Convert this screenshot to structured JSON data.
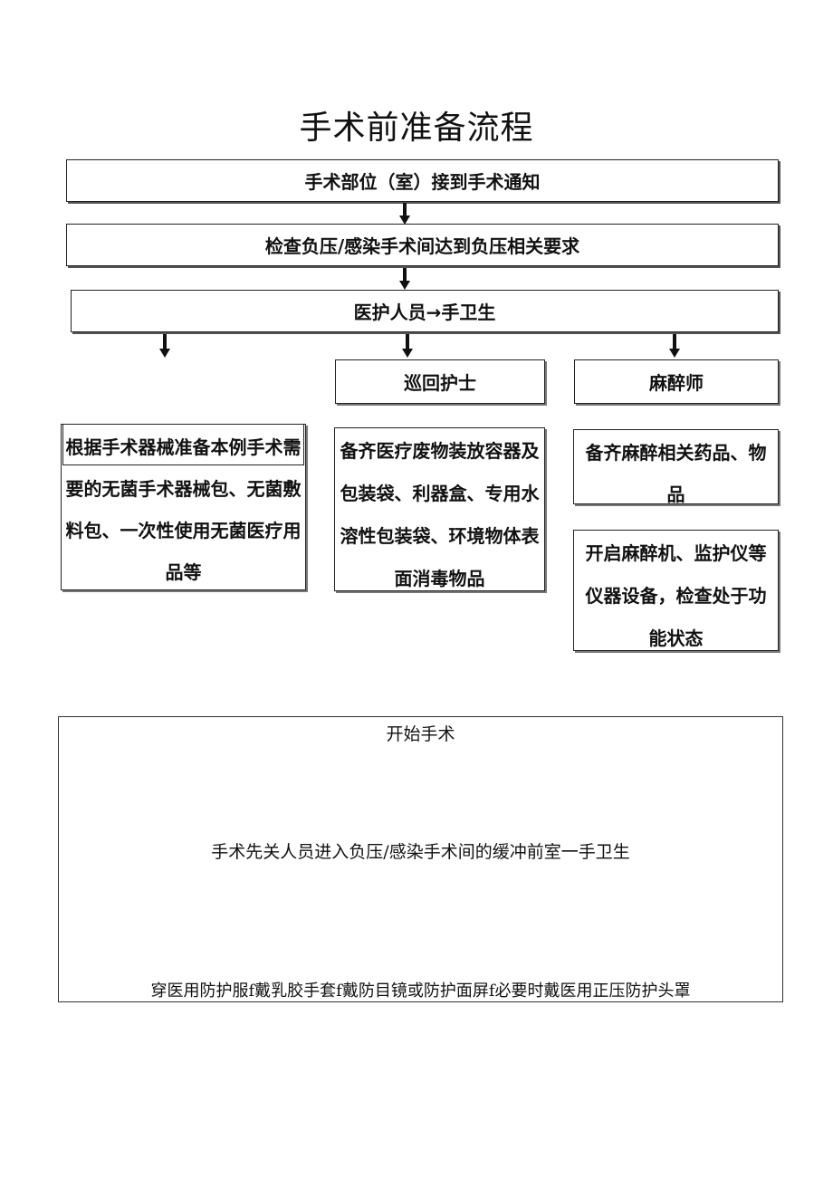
{
  "title": "手术前准备流程",
  "steps": {
    "step1": "手术部位（室）接到手术通知",
    "step2": "检查负压/感染手术间达到负压相关要求",
    "step3": "医护人员→手卫生"
  },
  "roles": {
    "circulating_nurse": "巡回护士",
    "anesthetist": "麻醉师"
  },
  "tasks": {
    "instrument_nurse": "根据手术器械准备本例手术需要的无菌手术器械包、无菌敷料包、一次性使用无菌医疗用品等",
    "circulating_nurse": "备齐医疗废物装放容器及包装袋、利器盒、专用水溶性包装袋、环境物体表面消毒物品",
    "anesthetist_1": "备齐麻醉相关药品、物品",
    "anesthetist_2": "开启麻醉机、监护仪等仪器设备，检查处于功能状态"
  },
  "surgery": {
    "start": "开始手术",
    "line1": "手术先关人员进入负压/感染手术间的缓冲前室一手卫生",
    "line2": "穿医用防护服f戴乳胶手套f戴防目镜或防护面屏f必要时戴医用正压防护头罩"
  }
}
